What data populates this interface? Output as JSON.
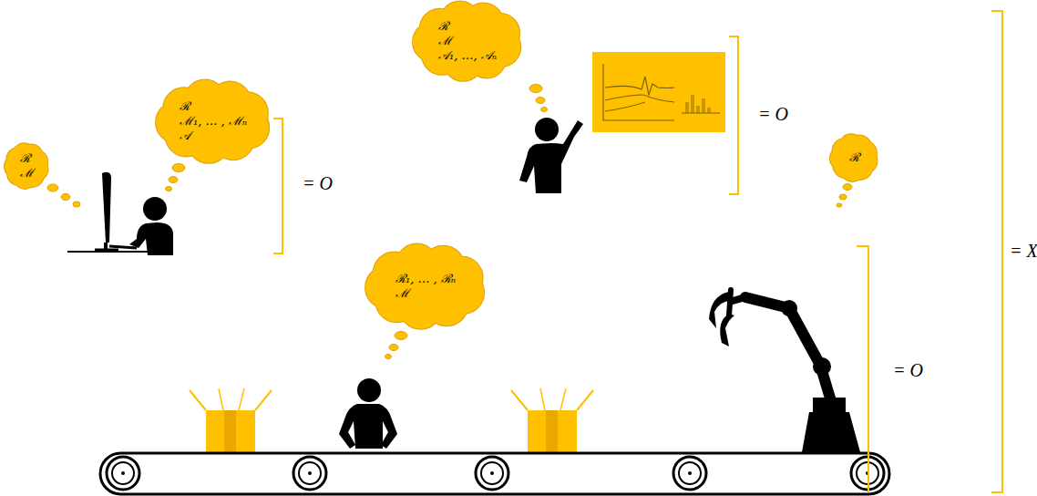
{
  "diagram": {
    "nodes": [
      {
        "text": [
          "ℛ",
          "ℳ"
        ]
      },
      {
        "text": [
          "ℛ",
          "ℳ₁, … , ℳₙ",
          "𝒜"
        ]
      },
      {
        "text": [
          "ℛ",
          "ℳ",
          "𝒜₁, …, 𝒜ₙ"
        ]
      },
      {
        "text": [
          "ℛ₁, … , ℛₙ",
          "ℳ"
        ]
      },
      {
        "text": [
          "ℛ"
        ]
      }
    ],
    "labels": [
      "= O",
      "= O",
      "= O",
      "= X"
    ]
  }
}
